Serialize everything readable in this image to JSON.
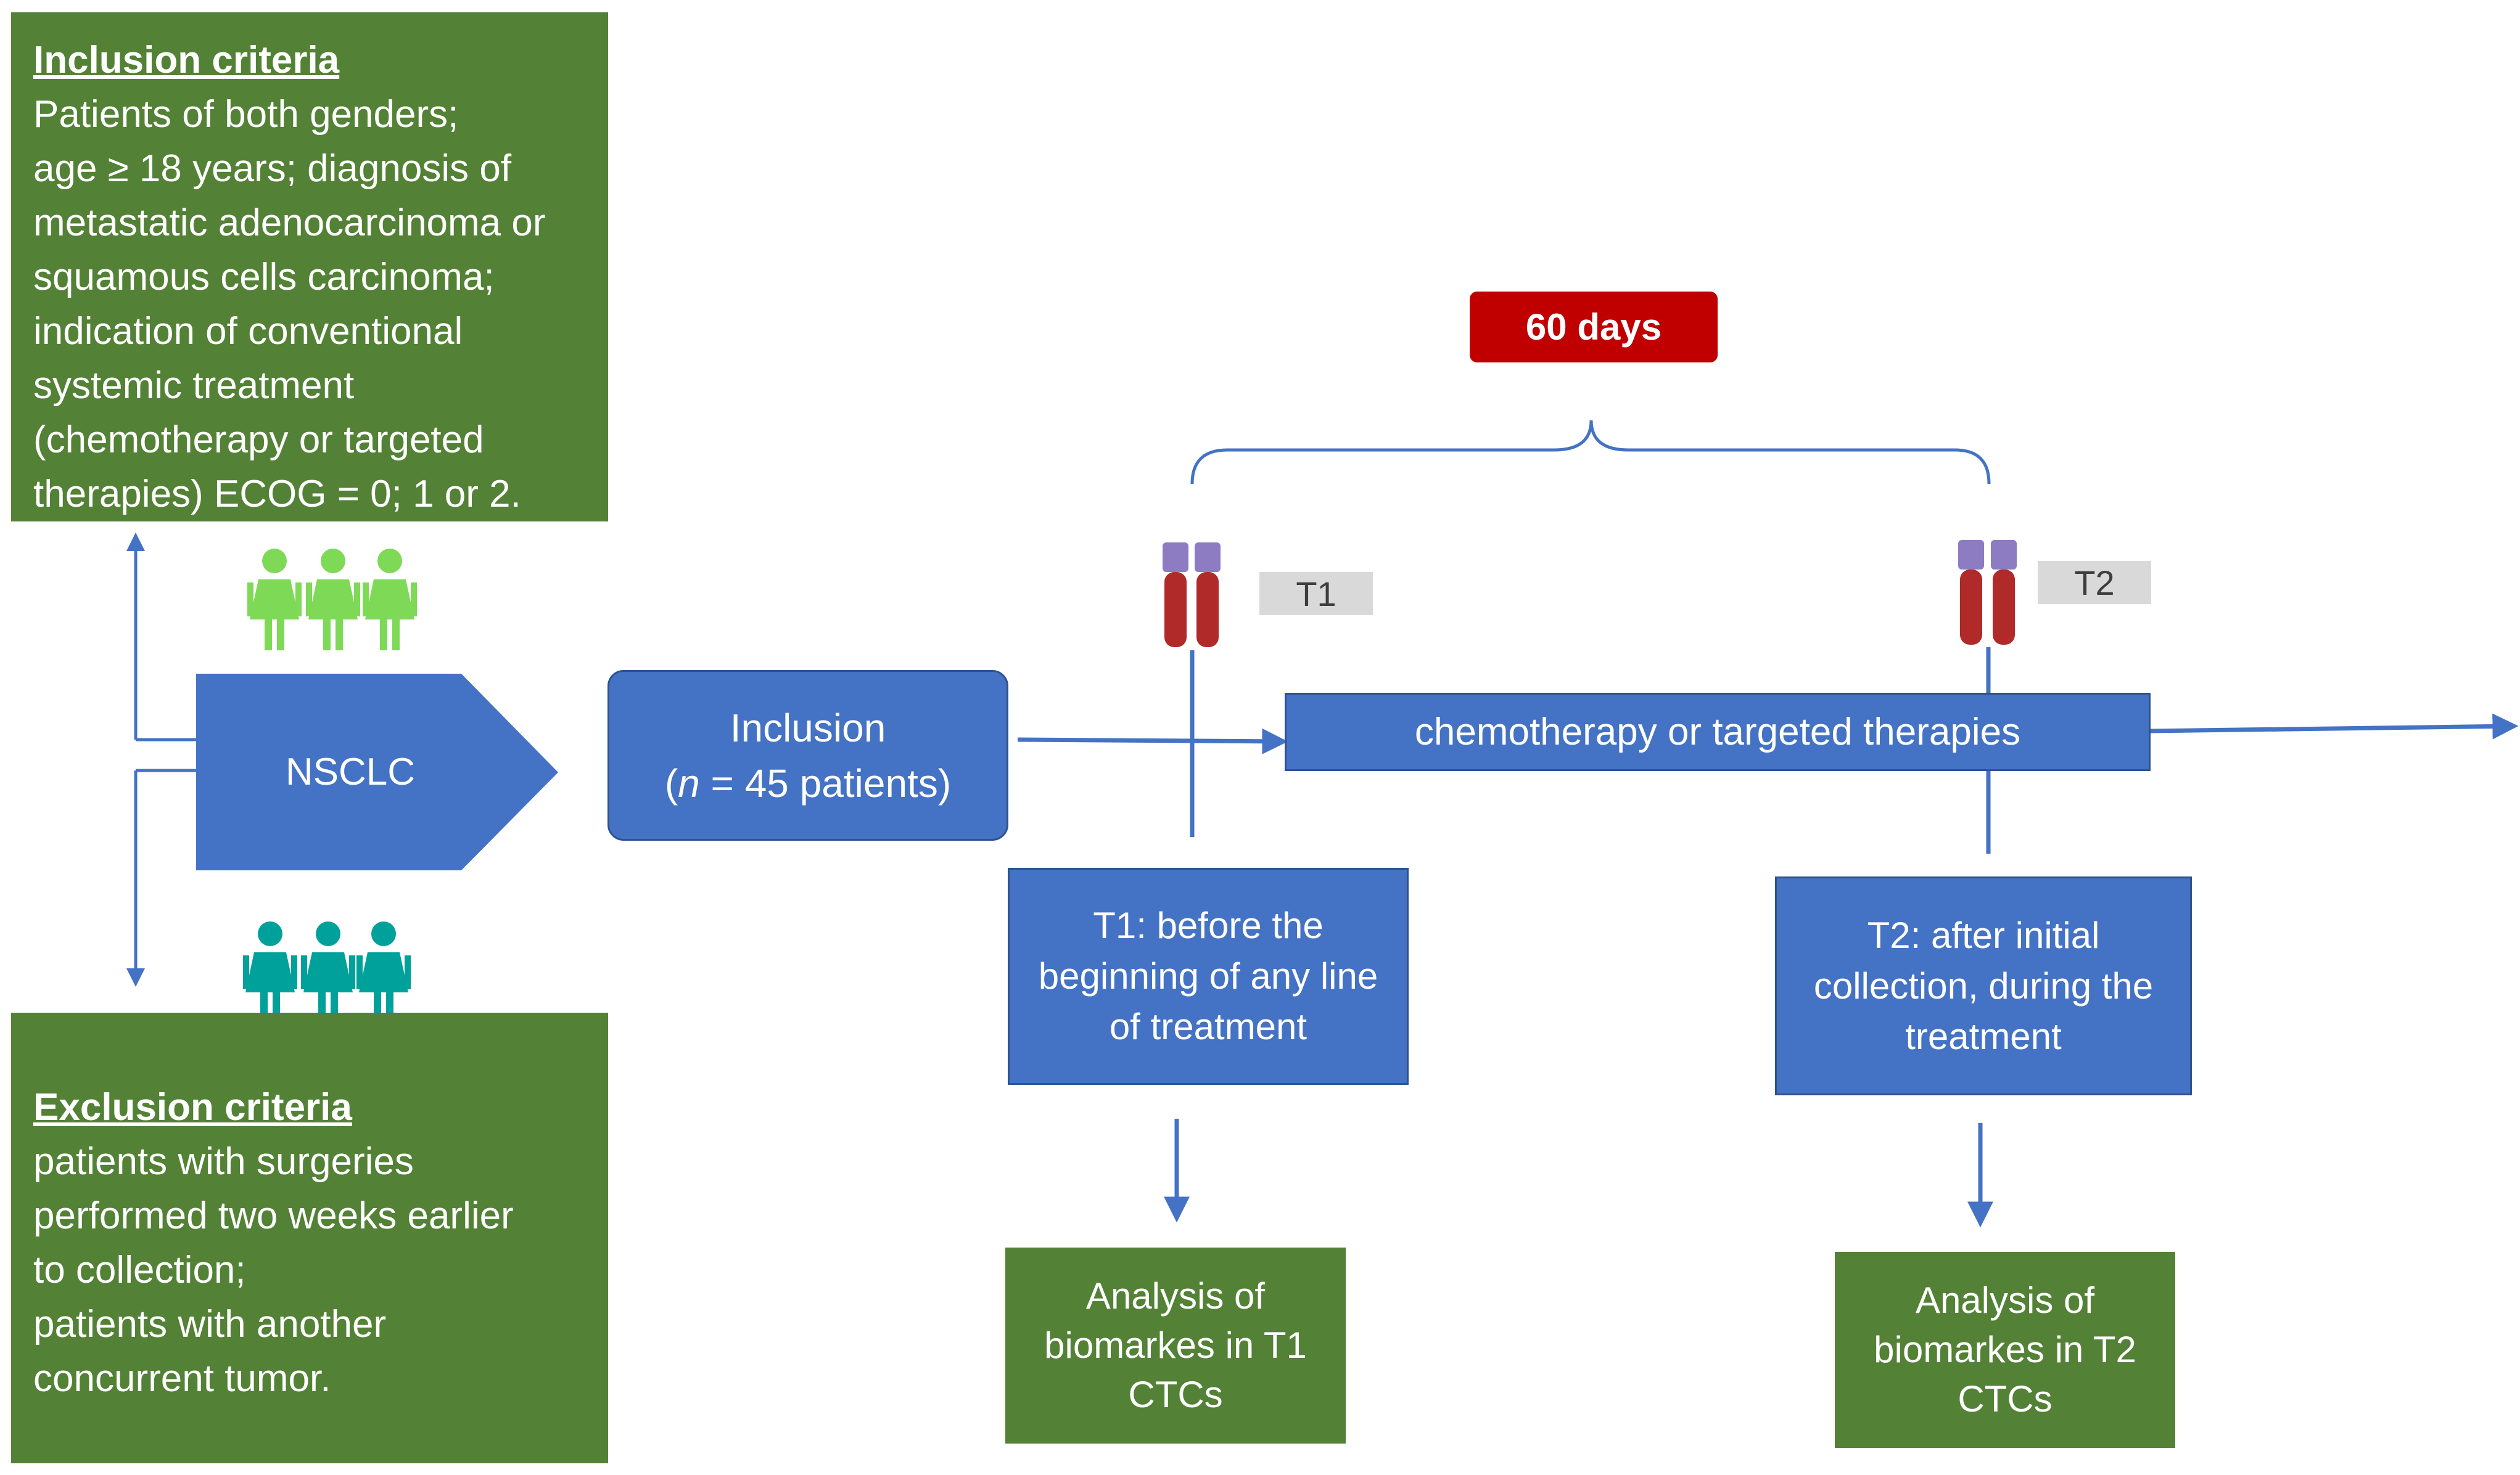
{
  "inclusion_criteria": {
    "heading": "Inclusion criteria",
    "lines": [
      "Patients of both genders;",
      "age ≥ 18 years; diagnosis of",
      "metastatic adenocarcinoma or",
      "squamous cells carcinoma;",
      "indication of conventional",
      "systemic treatment",
      "(chemotherapy or targeted",
      "therapies) ECOG = 0; 1 or 2."
    ]
  },
  "exclusion_criteria": {
    "heading": "Exclusion criteria",
    "lines": [
      "patients with surgeries",
      "performed two weeks earlier",
      "to collection;",
      "patients with another",
      "concurrent tumor."
    ]
  },
  "nsclc": {
    "label": "NSCLC"
  },
  "inclusion": {
    "line1": "Inclusion",
    "line2_open": "(",
    "line2_n": "n",
    "line2_rest": " = 45 patients)"
  },
  "duration": {
    "label": "60 days"
  },
  "timepoints": {
    "t1_label": "T1",
    "t2_label": "T2",
    "t1_desc": [
      "T1: before the",
      "beginning of any line",
      "of treatment"
    ],
    "t2_desc": [
      "T2: after initial",
      "collection, during the",
      "treatment"
    ]
  },
  "therapy": {
    "label": "chemotherapy or targeted therapies"
  },
  "analysis": {
    "t1": [
      "Analysis of",
      "biomarkes in T1",
      "CTCs"
    ],
    "t2": [
      "Analysis of",
      "biomarkes in T2",
      "CTCs"
    ]
  },
  "colors": {
    "green": "#538135",
    "blue": "#4472c4",
    "red": "#c00000",
    "light_green_people": "#7ed957",
    "teal_people": "#00a19a",
    "tube_blood": "#b02a2a",
    "tube_cap": "#8e7cc3"
  }
}
